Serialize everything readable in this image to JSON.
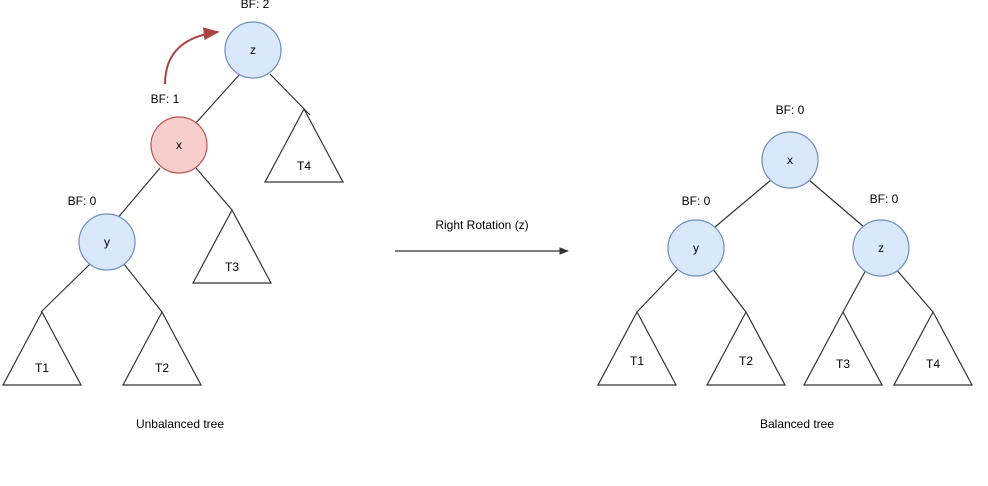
{
  "colors": {
    "node_fill_blue": "#dae8fc",
    "node_stroke_blue": "#6c8ebf",
    "node_fill_red": "#f8cecc",
    "node_stroke_red": "#b85450",
    "rotation_arrow": "#a94442",
    "line": "#333333"
  },
  "unbalanced": {
    "caption": "Unbalanced tree",
    "nodes": {
      "z": {
        "label": "z",
        "bf": "BF: 2"
      },
      "x": {
        "label": "x",
        "bf": "BF: 1"
      },
      "y": {
        "label": "y",
        "bf": "BF: 0"
      }
    },
    "subtrees": {
      "t1": "T1",
      "t2": "T2",
      "t3": "T3",
      "t4": "T4"
    }
  },
  "operation": {
    "label": "Right Rotation (z)"
  },
  "balanced": {
    "caption": "Balanced tree",
    "nodes": {
      "x": {
        "label": "x",
        "bf": "BF: 0"
      },
      "y": {
        "label": "y",
        "bf": "BF: 0"
      },
      "z": {
        "label": "z",
        "bf": "BF: 0"
      }
    },
    "subtrees": {
      "t1": "T1",
      "t2": "T2",
      "t3": "T3",
      "t4": "T4"
    }
  }
}
